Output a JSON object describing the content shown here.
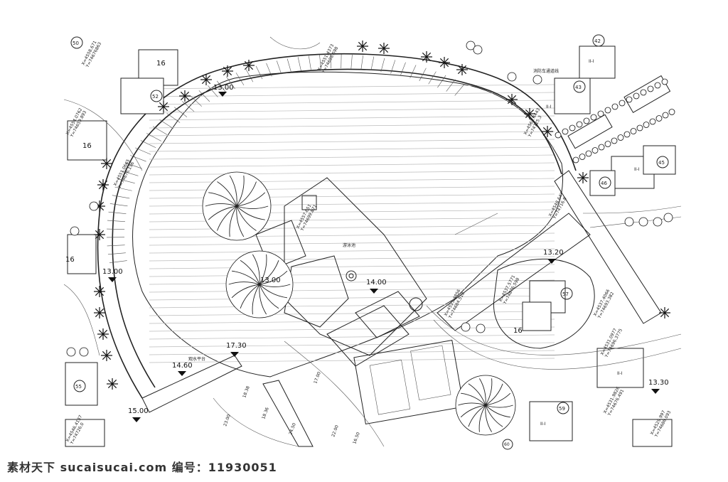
{
  "elevations": [
    "13.00",
    "13.20",
    "13.00",
    "14.00",
    "14.60",
    "17.30",
    "15.00",
    "13.30",
    "13.00"
  ],
  "lot_numbers": [
    "50",
    "16",
    "52",
    "16",
    "16",
    "55",
    "42",
    "43",
    "45",
    "46",
    "57",
    "16",
    "59",
    "60"
  ],
  "unit_tags": [
    "II-I",
    "II-I",
    "II-I",
    "II-I",
    "II-I"
  ],
  "coordinate_labels": [
    {
      "x": "X=4558.671",
      "y": "Y=74676863"
    },
    {
      "x": "X=4551.4373",
      "y": "Y=74698.698"
    },
    {
      "x": "X=4554.0762",
      "y": "Y=74659.893"
    },
    {
      "x": "X=4563.4443",
      "y": "Y=74725.3"
    },
    {
      "x": "X=4551.0665",
      "y": "Y=74676.156"
    },
    {
      "x": "X=4557.651",
      "y": "Y=74699.871"
    },
    {
      "x": "X=4548.647",
      "y": "Y=74716.8"
    },
    {
      "x": "X=4537.5771",
      "y": "Y=74676.598"
    },
    {
      "x": "X=4535.4856",
      "y": "Y=74684.518"
    },
    {
      "x": "X=4537.4066",
      "y": "Y=74693.382"
    },
    {
      "x": "X=4531.0977",
      "y": "Y=74696.3775"
    },
    {
      "x": "X=4531.9826",
      "y": "Y=74676.491"
    },
    {
      "x": "X=4529.997",
      "y": "Y=74686.093"
    },
    {
      "x": "X=4546.4137",
      "y": "Y=74726.0"
    }
  ],
  "area_labels": {
    "pool": "游泳池",
    "upper_note": "消防车通道线",
    "bridge": "观水平台"
  },
  "contour_labels": [
    "16.50",
    "17.00",
    "18.38",
    "18.36",
    "23.00",
    "24.50",
    "22.00"
  ],
  "watermark": "素材天下 sucaisucai.com  编号：11930051"
}
